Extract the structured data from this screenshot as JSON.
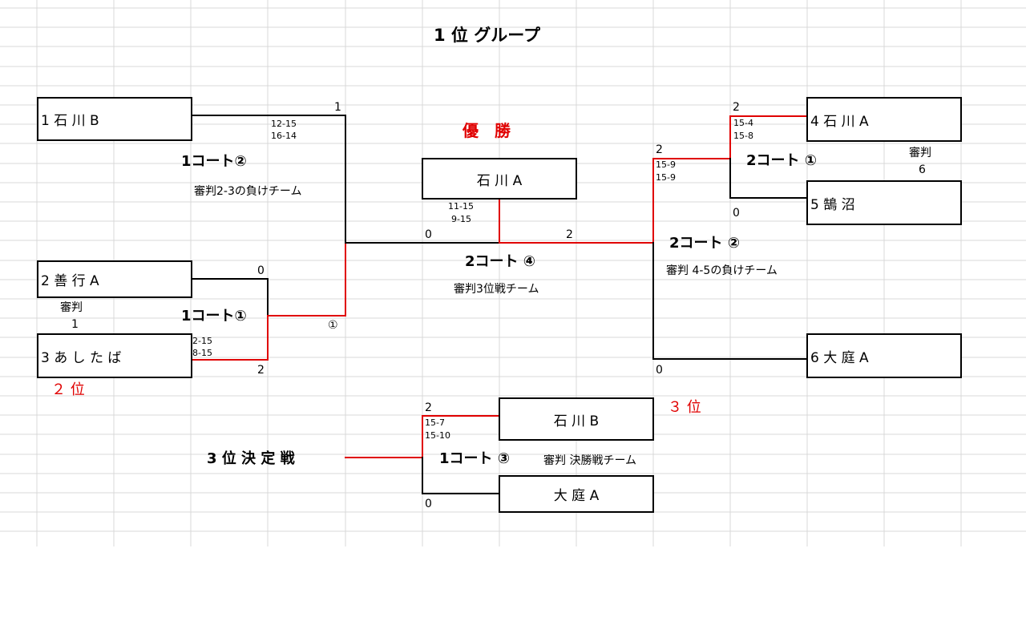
{
  "title": "1 位 グループ",
  "champion_label": "優　勝",
  "left": {
    "team1": "1 石 川 B",
    "team2": "2 善 行 A",
    "team3": "3 あ し た ば",
    "score_top": "1",
    "sets_1_23": [
      "12-15",
      "16-14"
    ],
    "court_1_2": "1コート②",
    "ref_1_2": "審判2-3の負けチーム",
    "score_2": "0",
    "referee_label": "審判",
    "referee_num": "1",
    "court_1_1": "1コート①",
    "sets_2_3": [
      "2-15",
      "8-15"
    ],
    "score_3": "2",
    "circled_1": "①",
    "place_2": "２ 位"
  },
  "center": {
    "champion_team": "石 川 A",
    "final_sets": [
      "11-15",
      "9-15"
    ],
    "final_score_left": "0",
    "final_score_right": "2",
    "court_2_4": "2コート ④",
    "ref_2_4": "審判3位戦チーム"
  },
  "right": {
    "team4": "4 石 川 A",
    "team5": "5 鵠 沼",
    "team6": "6 大 庭 A",
    "score_4": "2",
    "sets_4_5": [
      "15-4",
      "15-8"
    ],
    "court_2_1": "2コート ①",
    "referee_label": "審判",
    "referee_num": "6",
    "score_5": "0",
    "score_45": "2",
    "sets_45_6": [
      "15-9",
      "15-9"
    ],
    "court_2_2": "2コート ②",
    "ref_2_2": "審判 4-5の負けチーム",
    "score_6": "0"
  },
  "third": {
    "label": "3 位 決 定 戦",
    "team_top": "石 川 B",
    "team_bottom": "大 庭 A",
    "score_top": "2",
    "sets": [
      "15-7",
      "15-10"
    ],
    "court": "1コート ③",
    "ref": "審判 決勝戦チーム",
    "score_bottom": "0",
    "place_3": "３ 位"
  },
  "colors": {
    "win_line": "#e00000",
    "line": "#000000",
    "grid": "#d9d9d9"
  }
}
